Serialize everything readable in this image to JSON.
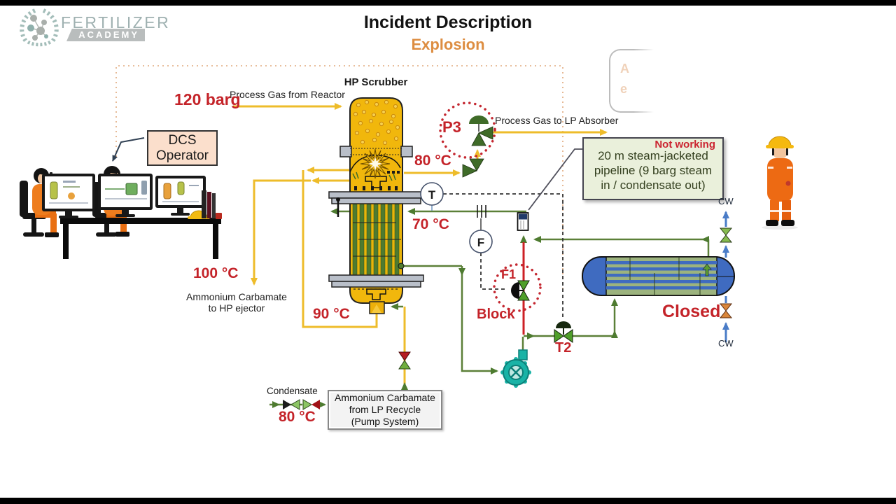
{
  "brand": {
    "wordmark": "FERTILIZER",
    "banner": "ACADEMY"
  },
  "header": {
    "title": "Incident Description",
    "subtitle": "Explosion"
  },
  "hint_box": {
    "line1": "A",
    "line2": "e"
  },
  "dcs_box": {
    "line1": "DCS",
    "line2": "Operator"
  },
  "scrubber": {
    "title": "HP Scrubber"
  },
  "feed": {
    "pressure": "120 barg",
    "label": "Process Gas from Reactor"
  },
  "overhead": {
    "valve": "P3",
    "label": "Process Gas to LP Absorber",
    "temp": "80 °C"
  },
  "circulation": {
    "temp_return": "70 °C",
    "instrument_t": "T",
    "instrument_f": "F"
  },
  "ejector": {
    "temp": "100 °C",
    "line1": "Ammonium Carbamate",
    "line2": "to HP ejector"
  },
  "bottoms": {
    "temp": "90 °C"
  },
  "note": {
    "flag": "Not working",
    "line1": "20 m steam-jacketed",
    "line2": "pipeline (9 barg steam",
    "line3": "in / condensate out)"
  },
  "valves": {
    "f1": "F1",
    "f1_state": "Block",
    "t2": "T2",
    "cw_state": "Closed"
  },
  "cooling": {
    "cw_top": "CW",
    "cw_bottom": "CW"
  },
  "recycle": {
    "condensate": "Condensate",
    "condensate_temp": "80 °C",
    "line1": "Ammonium Carbamate",
    "line2": "from LP Recycle",
    "line3": "(Pump System)"
  },
  "colors": {
    "pipe_yellow": "#eebc2a",
    "pipe_green": "#4e7b30",
    "pipe_red": "#cd2026",
    "pipe_blue": "#4a7cc7",
    "vessel_yellow": "#f1b70c",
    "accent_red": "#c42329",
    "note_bg": "#eaf0db",
    "dcs_bg": "#fbdfcc",
    "orange_subtitle": "#dd8d41"
  }
}
